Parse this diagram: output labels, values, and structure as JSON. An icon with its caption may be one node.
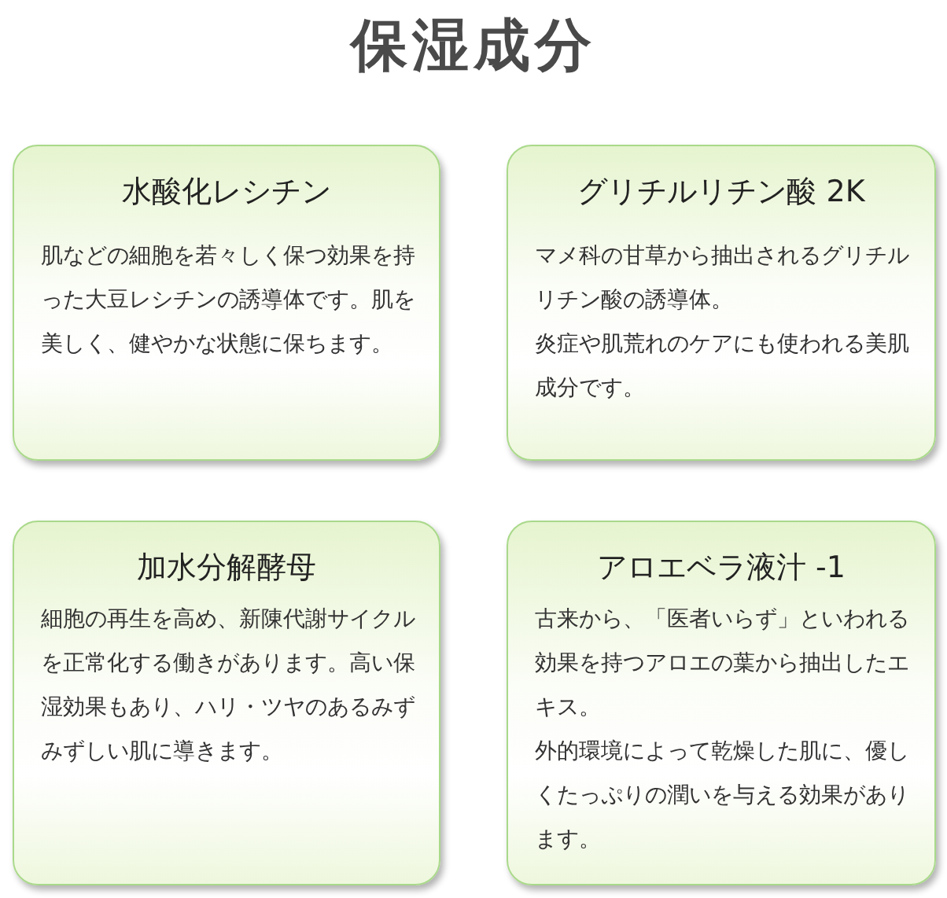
{
  "diagram": {
    "title": "保湿成分",
    "nodes": [
      {
        "text": [
          "水酸化レシチン",
          "肌などの細胞を若々しく保つ効果を持った大豆レシチンの誘導体です。肌を美しく、健やかな状態に保ちます。"
        ]
      },
      {
        "text": [
          "グリチルリチン酸 2K",
          "マメ科の甘草から抽出されるグリチルリチン酸の誘導体。",
          "炎症や肌荒れのケアにも使われる美肌成分です。"
        ]
      },
      {
        "text": [
          "加水分解酵母",
          "細胞の再生を高め、新陳代謝サイクルを正常化する働きがあります。高い保湿効果もあり、ハリ・ツヤのあるみずみずしい肌に導きます。"
        ]
      },
      {
        "text": [
          "アロエベラ液汁 -1",
          "古来から、「医者いらず」といわれる効果を持つアロエの葉から抽出したエキス。",
          "外的環境によって乾燥した肌に、優しくたっぷりの潤いを与える効果があります。"
        ]
      }
    ]
  }
}
